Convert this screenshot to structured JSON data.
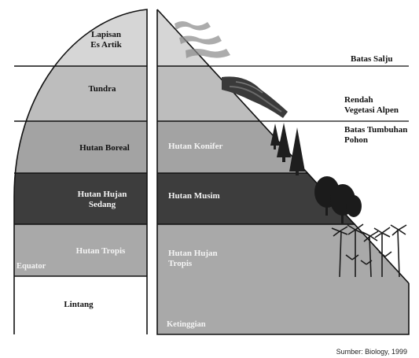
{
  "colors": {
    "band_top": "#d6d6d6",
    "band_2": "#bdbdbd",
    "band_3": "#a3a3a3",
    "band_dark": "#3d3d3d",
    "band_5": "#a9a9a9",
    "band_white": "#ffffff",
    "outline": "#111111",
    "text_light": "#f4f4f4",
    "text_dark": "#111111"
  },
  "left_column": {
    "band_1": {
      "line1": "Lapisan",
      "line2": "Es Artik"
    },
    "band_2": "Tundra",
    "band_3": "Hutan Boreal",
    "band_4": {
      "line1": "Hutan Hujan",
      "line2": "Sedang"
    },
    "band_5": "Hutan Tropis",
    "equator": "Equator",
    "axis_label": "Lintang"
  },
  "right_column": {
    "band_3": "Hutan Konifer",
    "band_4": "Hutan Musim",
    "band_5": {
      "line1": "Hutan Hujan",
      "line2": "Tropis"
    },
    "axis_label": "Ketinggian"
  },
  "annotations": {
    "snow_line": "Batas Salju",
    "alpine_low": {
      "line1": "Rendah",
      "line2": "Vegetasi Alpen"
    },
    "tree_line": {
      "line1": "Batas Tumbuhan",
      "line2": "Pohon"
    }
  },
  "source": "Sumber: Biology, 1999",
  "icons": [
    "snow-icon",
    "alpine-vegetation-icon",
    "conifer-tree-icon",
    "broadleaf-tree-icon",
    "palm-tree-icon"
  ]
}
